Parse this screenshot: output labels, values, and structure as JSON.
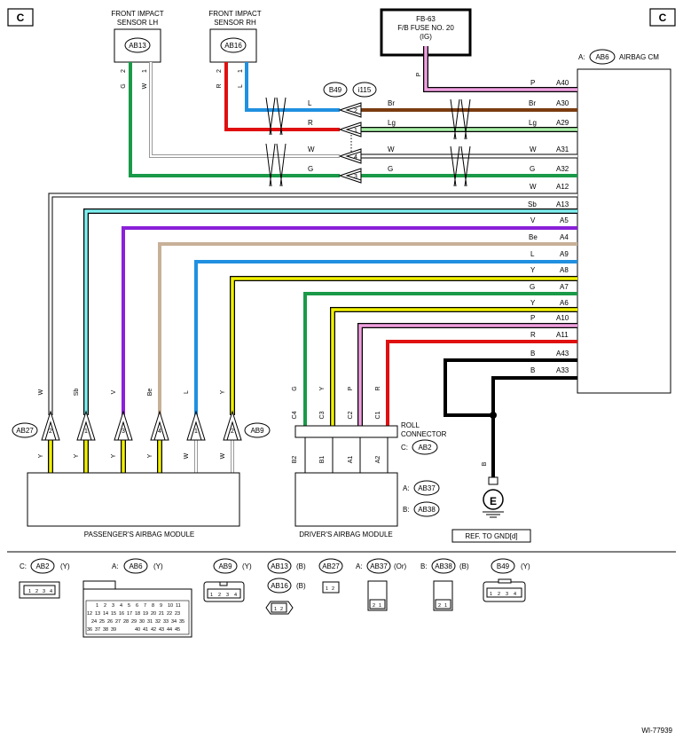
{
  "corner_left": "C",
  "corner_right": "C",
  "sensor_lh": {
    "line1": "FRONT IMPACT",
    "line2": "SENSOR LH",
    "conn": "AB13",
    "pin_left": "2",
    "pin_right": "1",
    "wire_left": "G",
    "wire_right": "W"
  },
  "sensor_rh": {
    "line1": "FRONT IMPACT",
    "line2": "SENSOR RH",
    "conn": "AB16",
    "pin_left": "2",
    "pin_right": "1",
    "wire_left": "R",
    "wire_right": "L"
  },
  "fuse": {
    "line1": "FB-63",
    "line2": "F/B FUSE NO. 20",
    "line3": "(IG)",
    "wire": "P"
  },
  "airbag_cm": {
    "prefix": "A:",
    "conn": "AB6",
    "label": "AIRBAG CM"
  },
  "junction": {
    "conn1": "B49",
    "conn2": "i115"
  },
  "junction_wires": [
    {
      "pin": "2",
      "left": "L",
      "right": "Br"
    },
    {
      "pin": "1",
      "left": "R",
      "right": "Lg"
    },
    {
      "pin": "4",
      "left": "W",
      "right": "W"
    },
    {
      "pin": "3",
      "left": "G",
      "right": "G"
    }
  ],
  "cm_pins": [
    {
      "wire": "P",
      "pin": "A40"
    },
    {
      "wire": "Br",
      "pin": "A30"
    },
    {
      "wire": "Lg",
      "pin": "A29"
    },
    {
      "wire": "W",
      "pin": "A31"
    },
    {
      "wire": "G",
      "pin": "A32"
    },
    {
      "wire": "W",
      "pin": "A12"
    },
    {
      "wire": "Sb",
      "pin": "A13"
    },
    {
      "wire": "V",
      "pin": "A5"
    },
    {
      "wire": "Be",
      "pin": "A4"
    },
    {
      "wire": "L",
      "pin": "A9"
    },
    {
      "wire": "Y",
      "pin": "A8"
    },
    {
      "wire": "G",
      "pin": "A7"
    },
    {
      "wire": "Y",
      "pin": "A6"
    },
    {
      "wire": "P",
      "pin": "A10"
    },
    {
      "wire": "R",
      "pin": "A11"
    },
    {
      "wire": "B",
      "pin": "A43"
    },
    {
      "wire": "B",
      "pin": "A33"
    }
  ],
  "passenger": {
    "label": "PASSENGER'S AIRBAG MODULE",
    "conn_left": "AB27",
    "conn_right": "AB9",
    "top_wires": [
      "W",
      "Sb",
      "V",
      "Be",
      "L",
      "Y"
    ],
    "pins": [
      "2",
      "1",
      "3",
      "4",
      "1",
      "2"
    ],
    "bottom_wires": [
      "Y",
      "Y",
      "Y",
      "Y",
      "W",
      "W"
    ]
  },
  "roll": {
    "line1": "ROLL",
    "line2": "CONNECTOR",
    "prefix": "C:",
    "conn": "AB2",
    "top_wires": [
      "G",
      "Y",
      "P",
      "R"
    ],
    "top_pins": [
      "C4",
      "C3",
      "C2",
      "C1"
    ],
    "bottom_pins": [
      "B2",
      "B1",
      "A1",
      "A2"
    ]
  },
  "driver": {
    "label": "DRIVER'S AIRBAG MODULE",
    "a_prefix": "A:",
    "a_conn": "AB37",
    "b_prefix": "B:",
    "b_conn": "AB38"
  },
  "ground": {
    "wire": "B",
    "symbol": "E",
    "ref": "REF. TO GND[d]"
  },
  "legend": [
    {
      "prefix": "C:",
      "conn": "AB2",
      "color": "(Y)"
    },
    {
      "prefix": "A:",
      "conn": "AB6",
      "color": "(Y)"
    },
    {
      "prefix": "",
      "conn": "AB9",
      "color": "(Y)"
    },
    {
      "prefix": "",
      "conn": "AB13",
      "color": "(B)"
    },
    {
      "prefix": "",
      "conn": "AB16",
      "color": "(B)"
    },
    {
      "prefix": "",
      "conn": "AB27",
      "color": ""
    },
    {
      "prefix": "A:",
      "conn": "AB37",
      "color": "(Or)"
    },
    {
      "prefix": "B:",
      "conn": "AB38",
      "color": "(B)"
    },
    {
      "prefix": "",
      "conn": "B49",
      "color": "(Y)"
    }
  ],
  "legend_pins": {
    "ab2": [
      "1",
      "2",
      "3",
      "4"
    ],
    "ab6_row1": [
      "1",
      "2",
      "3",
      "4",
      "5",
      "6",
      "7",
      "8",
      "9",
      "10",
      "11"
    ],
    "ab6_row2": [
      "12",
      "13",
      "14",
      "15",
      "16",
      "17",
      "18",
      "19",
      "20",
      "21",
      "22",
      "23"
    ],
    "ab6_row3": [
      "24",
      "25",
      "26",
      "27",
      "28",
      "29",
      "30",
      "31",
      "32",
      "33",
      "34",
      "35"
    ],
    "ab6_row4": [
      "36",
      "37",
      "38",
      "39",
      "",
      "40",
      "41",
      "42",
      "43",
      "44",
      "45"
    ],
    "ab9": [
      "1",
      "2",
      "3",
      "4"
    ],
    "ab16": [
      "1",
      "2"
    ],
    "ab27": [
      "1",
      "2"
    ],
    "ab37": [
      "2",
      "1"
    ],
    "ab38": [
      "2",
      "1"
    ],
    "b49": [
      "1",
      "2",
      "3",
      "4"
    ]
  },
  "wire_colors": {
    "P": "#f0a0e0",
    "Br": "#7a3c10",
    "Lg": "#a8f0a8",
    "W": "#bbbbbb",
    "G": "#1a9a48",
    "Sb": "#80f0f0",
    "V": "#8a20d8",
    "Be": "#c8b098",
    "L": "#2090e0",
    "Y": "#f0f000",
    "R": "#e01010",
    "B": "#000000"
  },
  "diagram_id": "WI-77939"
}
